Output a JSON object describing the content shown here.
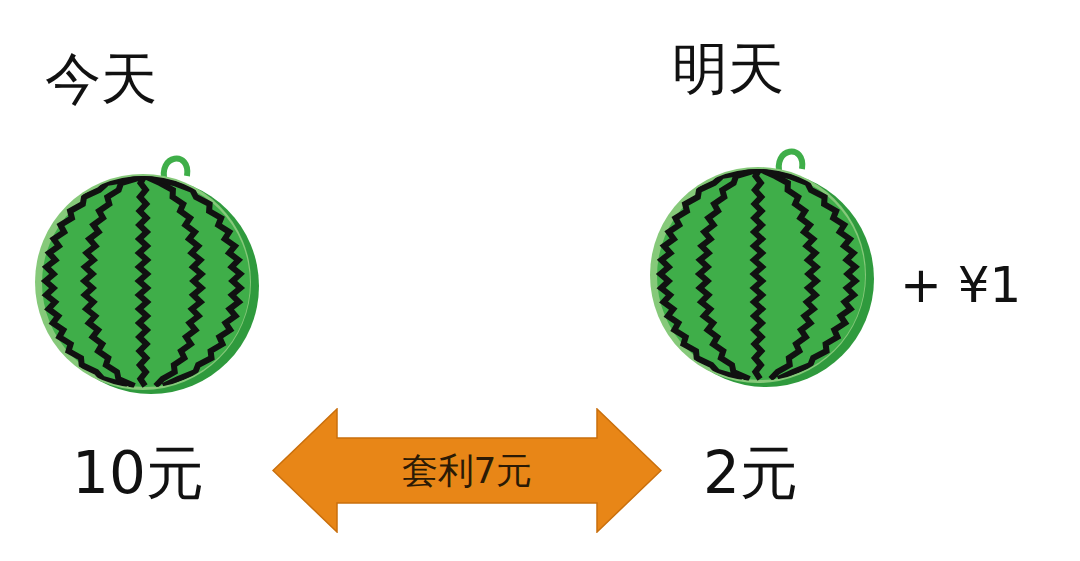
{
  "diagram": {
    "nodes": [
      {
        "text": [
          "套利7元"
        ]
      }
    ],
    "labels": [
      "今天",
      "明天",
      "+ ¥1",
      "10元",
      "2元"
    ]
  }
}
